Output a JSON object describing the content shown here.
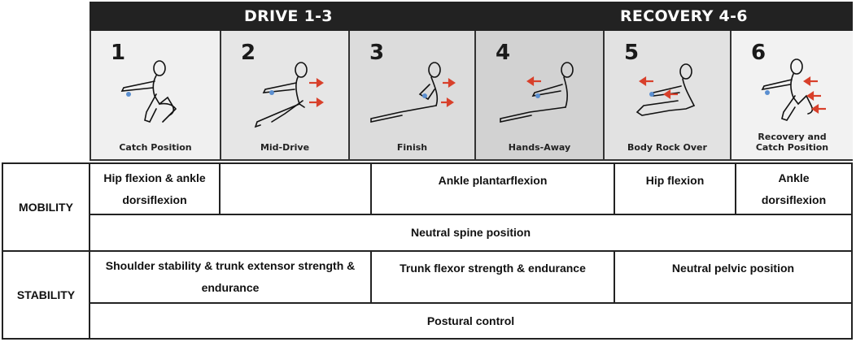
{
  "header": {
    "drive": "DRIVE 1-3",
    "recovery": "RECOVERY 4-6"
  },
  "phases": [
    {
      "number": "1",
      "caption": "Catch Position",
      "bg": "#f0f0f0"
    },
    {
      "number": "2",
      "caption": "Mid-Drive",
      "bg": "#e6e6e6"
    },
    {
      "number": "3",
      "caption": "Finish",
      "bg": "#dcdcdc"
    },
    {
      "number": "4",
      "caption": "Hands-Away",
      "bg": "#d2d2d2"
    },
    {
      "number": "5",
      "caption": "Body Rock Over",
      "bg": "#e2e2e2"
    },
    {
      "number": "6",
      "caption": "Recovery and\nCatch Position",
      "bg": "#f2f2f2"
    }
  ],
  "rows": {
    "mobility": {
      "label": "MOBILITY",
      "cells": [
        "Hip flexion & ankle dorsiflexion",
        "",
        "Ankle plantarflexion",
        "Hip flexion",
        "Ankle dorsiflexion"
      ],
      "spanning": "Neutral spine position"
    },
    "stability": {
      "label": "STABILITY",
      "cells": [
        "Shoulder stability & trunk extensor strength & endurance",
        "Trunk flexor strength & endurance",
        "Neutral pelvic position"
      ],
      "spanning": "Postural control"
    }
  },
  "colors": {
    "arrow": "#d8402b",
    "handle": "#5b8fd0",
    "banner": "#222222"
  }
}
